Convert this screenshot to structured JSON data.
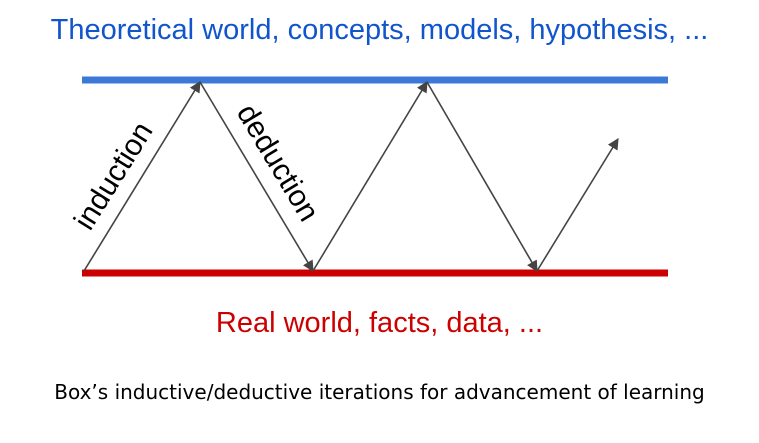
{
  "header": {
    "text": "Theoretical world, concepts, models, hypothesis, ..."
  },
  "footer_heading": {
    "text": "Real world, facts, data, ..."
  },
  "caption": {
    "text": "Box’s inductive/deductive iterations for advancement of learning"
  },
  "labels": {
    "induction": "induction",
    "deduction": "deduction"
  },
  "colors": {
    "theory_line": "#3c78d8",
    "theory_text": "#1155cc",
    "real_line": "#cc0000",
    "real_text": "#cc0000",
    "arrow": "#444444"
  }
}
